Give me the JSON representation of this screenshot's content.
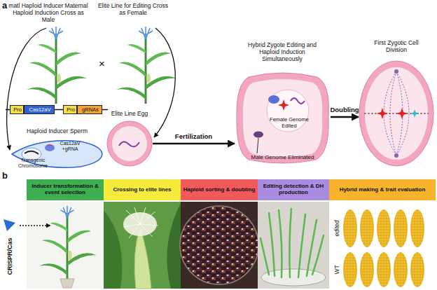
{
  "diagram": {
    "nodes": [
      {
        "text": [
          "Pro"
        ]
      },
      {
        "text": [
          "Cas12aV"
        ]
      },
      {
        "text": [
          "Pro"
        ]
      },
      {
        "text": [
          "gRNAs"
        ]
      },
      {
        "text": [
          "Haploid Inducer Sperm",
          "Cas12aV +gRNA",
          "Transgenic Chromosome"
        ]
      },
      {
        "text": [
          "Elite Line Egg"
        ]
      },
      {
        "text": [
          "Hybrid Zygote Editing and Haploid Induction Simultaneously",
          "Female Genome Edited",
          "Male Genome Eliminated"
        ]
      },
      {
        "text": [
          "First Zygotic Cell Division"
        ]
      },
      {
        "text": [
          "Inducer transformation & event selection"
        ]
      },
      {
        "text": [
          "Crossing to elite lines"
        ]
      },
      {
        "text": [
          "Haploid sorting & doubling"
        ]
      },
      {
        "text": [
          "Editing detection & DH production"
        ]
      },
      {
        "text": [
          "Hybrid making & trait evaluation"
        ]
      }
    ],
    "edges": [
      {
        "from": 5,
        "to": 6,
        "label": "Fertilization",
        "arrow": "to"
      },
      {
        "from": 6,
        "to": 7,
        "label": "Doubling",
        "arrow": "to"
      }
    ],
    "labels": [
      "a",
      "matl Haploid Inducer Maternal Haploid Induction Cross as Male",
      "Elite Line for Editing Cross as Female",
      "×",
      "b",
      "CRISPR/Cas",
      "edited",
      "WT"
    ]
  }
}
